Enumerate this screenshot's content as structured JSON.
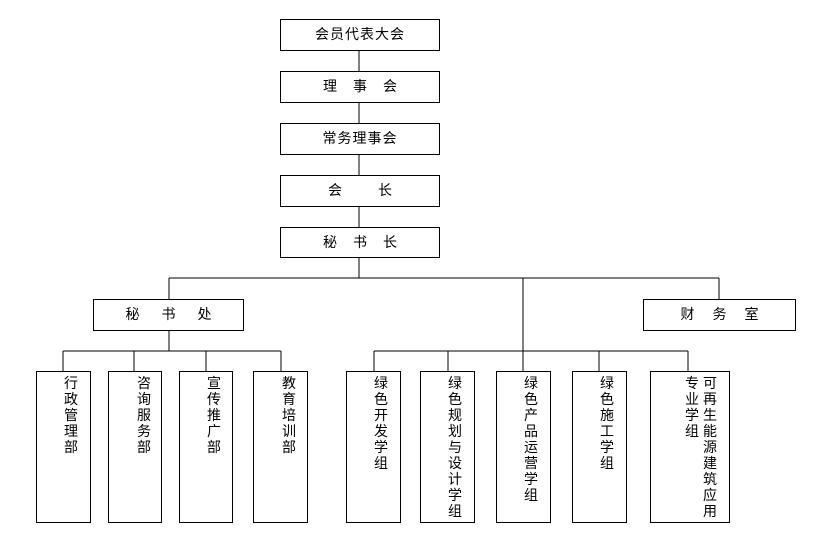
{
  "levels": {
    "congress": "会员代表大会",
    "council": "理事会",
    "standing_council": "常务理事会",
    "president": "会长",
    "secretary_general": "秘书长"
  },
  "departments": {
    "secretariat": "秘书处",
    "finance": "财务室"
  },
  "secretariat_units": [
    "行政管理部",
    "咨询服务部",
    "宣传推广部",
    "教育培训部"
  ],
  "study_groups": [
    "绿色开发学组",
    "绿色规划与设计学组",
    "绿色产品运营学组",
    "绿色施工学组"
  ],
  "renewable_group": {
    "col_a": "专业学组",
    "col_b": "可再生能源建筑应用"
  }
}
